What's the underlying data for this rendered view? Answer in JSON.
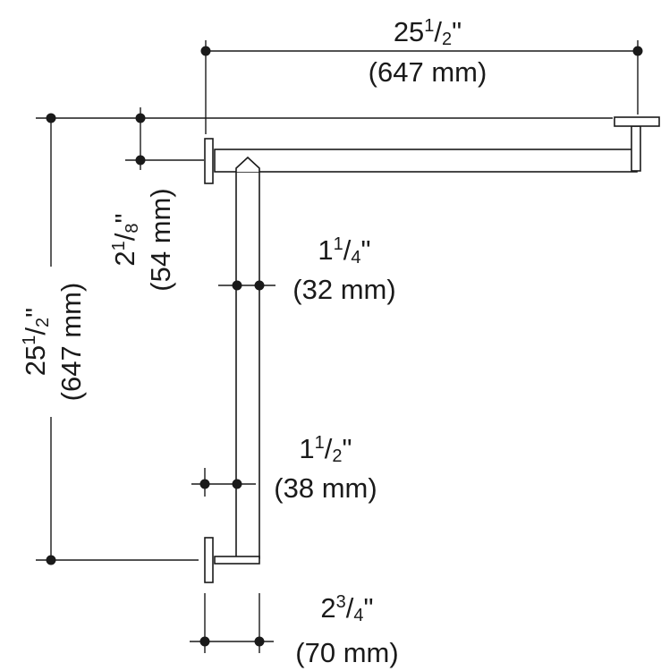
{
  "colors": {
    "ink": "#1a1a1a",
    "background": "#ffffff"
  },
  "dimensions": {
    "top_width": {
      "inch_whole": "25",
      "inch_num": "1",
      "inch_den": "2",
      "inch_mark": "\"",
      "metric": "(647 mm)"
    },
    "left_height": {
      "inch_whole": "25",
      "inch_num": "1",
      "inch_den": "2",
      "inch_mark": "\"",
      "metric": "(647 mm)"
    },
    "flange_offset": {
      "inch_whole": "2",
      "inch_num": "1",
      "inch_den": "8",
      "inch_mark": "\"",
      "metric": "(54 mm)"
    },
    "tube_diameter": {
      "inch_whole": "1",
      "inch_num": "1",
      "inch_den": "4",
      "inch_mark": "\"",
      "metric": "(32 mm)"
    },
    "clearance": {
      "inch_whole": "1",
      "inch_num": "1",
      "inch_den": "2",
      "inch_mark": "\"",
      "metric": "(38 mm)"
    },
    "bottom_offset": {
      "inch_whole": "2",
      "inch_num": "3",
      "inch_den": "4",
      "inch_mark": "\"",
      "metric": "(70 mm)"
    }
  }
}
